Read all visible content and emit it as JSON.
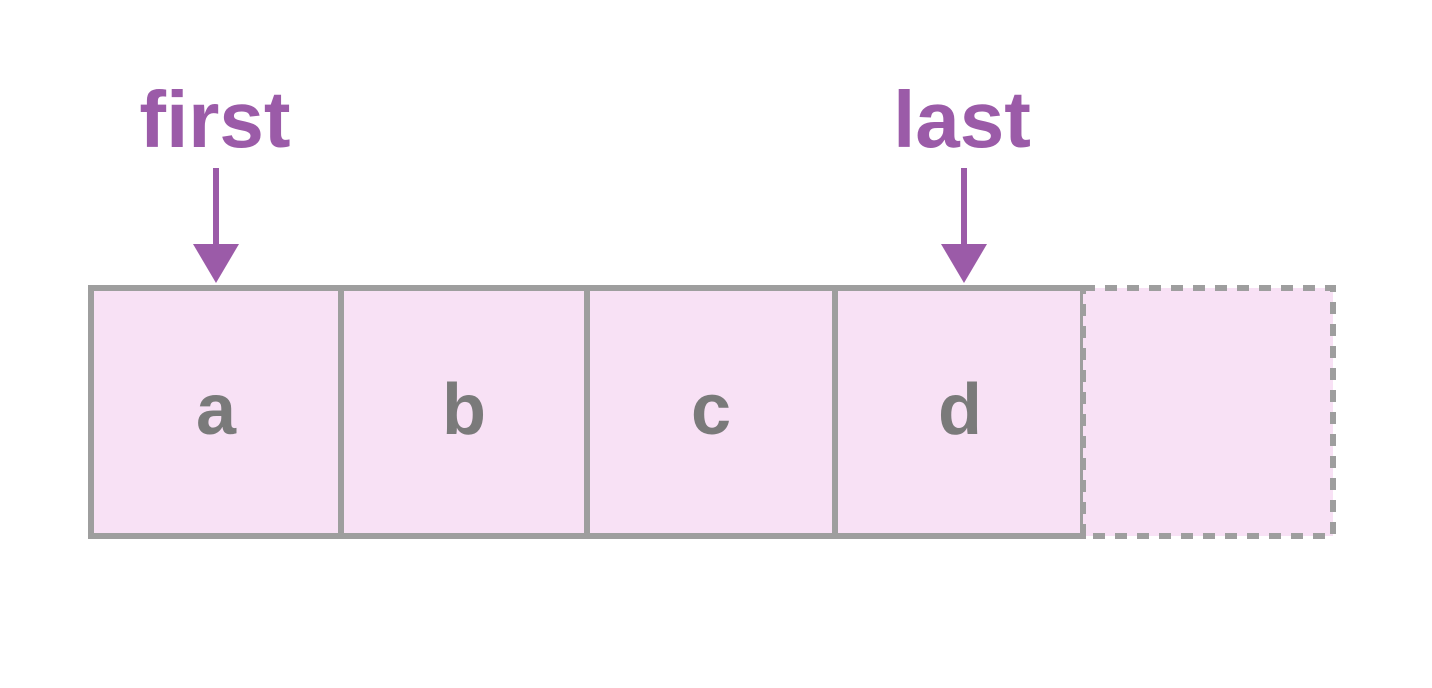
{
  "colors": {
    "accent": "#9b5ba8",
    "cell_fill": "#f8e1f5",
    "cell_border": "#9e9e9e",
    "cell_text": "#7a7a7a",
    "background": "#ffffff"
  },
  "pointers": {
    "first": {
      "label": "first",
      "cell_index": 0
    },
    "last": {
      "label": "last",
      "cell_index": 3
    }
  },
  "cells": [
    {
      "label": "a",
      "filled": true
    },
    {
      "label": "b",
      "filled": true
    },
    {
      "label": "c",
      "filled": true
    },
    {
      "label": "d",
      "filled": true
    },
    {
      "label": "",
      "filled": false
    }
  ]
}
